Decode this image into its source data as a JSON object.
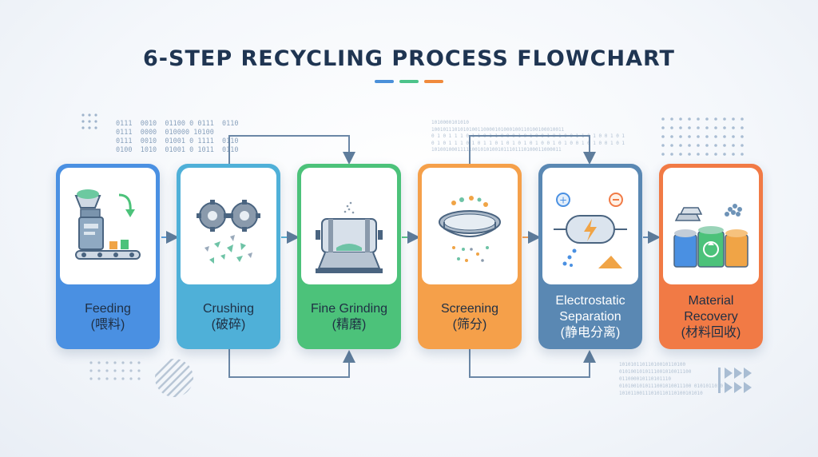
{
  "title": "6-STEP RECYCLING PROCESS FLOWCHART",
  "accent_colors": [
    "#4a90d9",
    "#4cc38a",
    "#f08a3c"
  ],
  "steps": [
    {
      "en": "Feeding",
      "zh": "(喂料)",
      "color": "#4a90e2"
    },
    {
      "en": "Crushing",
      "zh": "(破碎)",
      "color": "#4fb0d8"
    },
    {
      "en": "Fine Grinding",
      "zh": "(精磨)",
      "color": "#4cc27a"
    },
    {
      "en": "Screening",
      "zh": "(筛分)",
      "color": "#f5a04a"
    },
    {
      "en": "Electrostatic",
      "en2": "Separation",
      "zh": "(静电分离)",
      "color": "#5a88b3"
    },
    {
      "en": "Material",
      "en2": "Recovery",
      "zh": "(材料回收)",
      "color": "#f17a45"
    }
  ],
  "decor_binary_left": "0111  0010  01100 0 0111  0110\n0111  0000  010000 10100\n0111  0010  01001 0 1111  0110\n0100  1010  01001 0 1011  0110",
  "decor_binary_right_top": "1010000101010\n1001011101010100110000101000100110100100010011\n0 1 0 1 1 1 0 1 1 0 1 1 0 0 0 1 0 1 0 0 1 0 1 0 0 1 1 0 1 0 0 1 0 1\n0 1 0 1 1 1 0 1 0 1 1 0 1 0 1 0 1 0 1 0 0 1 0 1 0 0 1 0 1 0 0 1 0 1\n101001000111110010101001011101110100011000011",
  "decor_binary_right_bottom": "10101011011010010110100\n0101001010111001010011100\n011000010110101110\n0101001010111001010011100 0101011010\n10101100111010110110100101010"
}
